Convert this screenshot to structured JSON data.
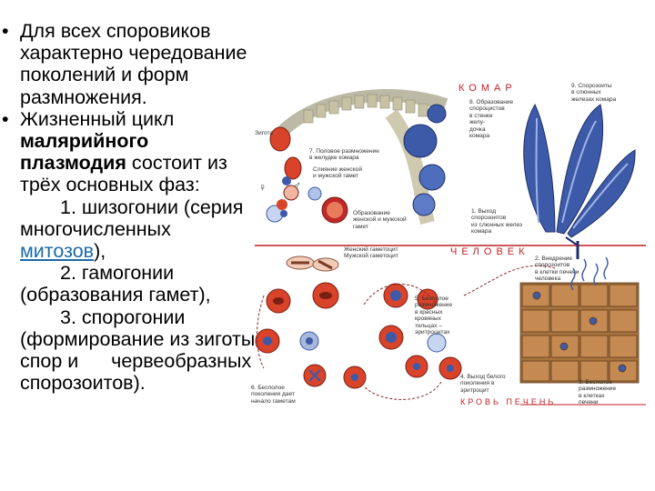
{
  "bullets": [
    {
      "lines": [
        "Для всех споровиков",
        "характерно чередование",
        "поколений и форм",
        "размножения."
      ]
    },
    {
      "line1": "Жизненный цикл",
      "line2": "малярийного",
      "line3_bold": "плазмодия",
      "line3_rest": " состоит из",
      "line4": "трёх основных фаз:",
      "phase1": "1. шизогонии (серия",
      "phase1b": "многочисленных",
      "phase1_link": "митозов",
      "phase1_tail": "),",
      "phase2": "2. гамогонии",
      "phase2b": "(образования гамет),",
      "phase3": "3. спорогонии",
      "phase3b": "(формирование из зиготы",
      "phase3c": "спор и      червеобразных",
      "phase3d": "спорозоитов)."
    }
  ],
  "bullet_symbol": "•",
  "diagram": {
    "header_mosquito": "КОМАР",
    "header_human": "ЧЕЛОВЕК",
    "header_blood_liver": "КРОВЬ ПЕЧЕНЬ",
    "labels": {
      "zygote": "Зигота",
      "sexual_repro": [
        "7. Половое размножение",
        "в желудке комара"
      ],
      "fusion": [
        "Слияние женской",
        "и мужской гамет"
      ],
      "female_male_gametes": [
        "Образование",
        "женской и мужской",
        "гамет"
      ],
      "gametocytes": [
        "Женский гаметоцит",
        "Мужской гаметоцит"
      ],
      "sporocysts": [
        "8. Образование",
        "спороцистов",
        "в стенке",
        "желу-",
        "дочка",
        "комара"
      ],
      "sporozoites_glands": [
        "9. Спорозоиты",
        "в слюнных",
        "железах комара"
      ],
      "exit_glands": [
        "1. Выход",
        "спорозоитов",
        "из слюнных желез",
        "комара"
      ],
      "liver_entry": [
        "2. Внедрение",
        "спорозоитов",
        "в клетки печени",
        "человека"
      ],
      "blood_asexual": [
        "5. Бесполое",
        "размножение",
        "в красных",
        "кровяных",
        "тельцах –",
        "эритроцитах"
      ],
      "erythrocyte_entry": [
        "4. Выход белого",
        "поколения в",
        "эритроцит"
      ],
      "asexual_generation": [
        "6. Бесполое",
        "поколения дает",
        "начало гаметам"
      ],
      "liver_asexual": [
        "3. Бесполое",
        "размножение",
        "в клетках",
        "печени"
      ]
    },
    "symbol_female": "♀",
    "symbol_male": "♂"
  },
  "colors": {
    "text": "#000000",
    "link": "#1d6aa8",
    "header_red": "#c41e24",
    "cell_red": "#d8432a",
    "gut_blue": "#3d5aa8",
    "liver_brown": "#a8743e"
  }
}
